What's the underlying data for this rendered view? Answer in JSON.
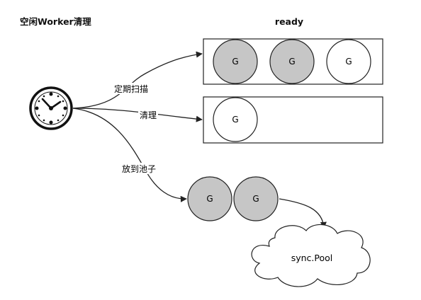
{
  "title": "空闲Worker清理",
  "ready_label": "ready",
  "edges": {
    "scan": "定期扫描",
    "clean": "清理",
    "to_pool": "放到池子"
  },
  "goroutine_label": "G",
  "ready_queue": [
    {
      "label": "G",
      "state": "busy"
    },
    {
      "label": "G",
      "state": "busy"
    },
    {
      "label": "G",
      "state": "idle"
    }
  ],
  "cleanup_queue": [
    {
      "label": "G",
      "state": "idle"
    }
  ],
  "pooled": [
    {
      "label": "G",
      "state": "busy"
    },
    {
      "label": "G",
      "state": "busy"
    }
  ],
  "pool_label": "sync.Pool",
  "colors": {
    "busy_fill": "#c6c6c6",
    "idle_fill": "#ffffff",
    "stroke": "#222222"
  }
}
